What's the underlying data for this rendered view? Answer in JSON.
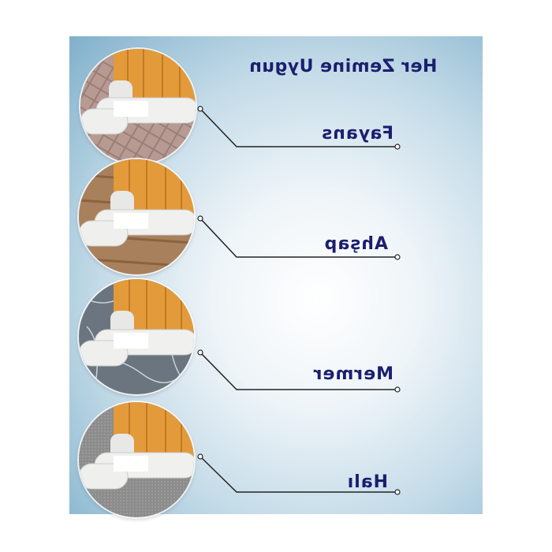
{
  "heading": "Her Zemine Uygun",
  "items": [
    {
      "label": "Fayans",
      "floor": "tile"
    },
    {
      "label": "Ahşap",
      "floor": "wood"
    },
    {
      "label": "Mermer",
      "floor": "marble"
    },
    {
      "label": "Halı",
      "floor": "carpet"
    }
  ],
  "colors": {
    "text": "#1b1f6e",
    "door": "#e39a3a",
    "roll": "#f0f0ee"
  }
}
